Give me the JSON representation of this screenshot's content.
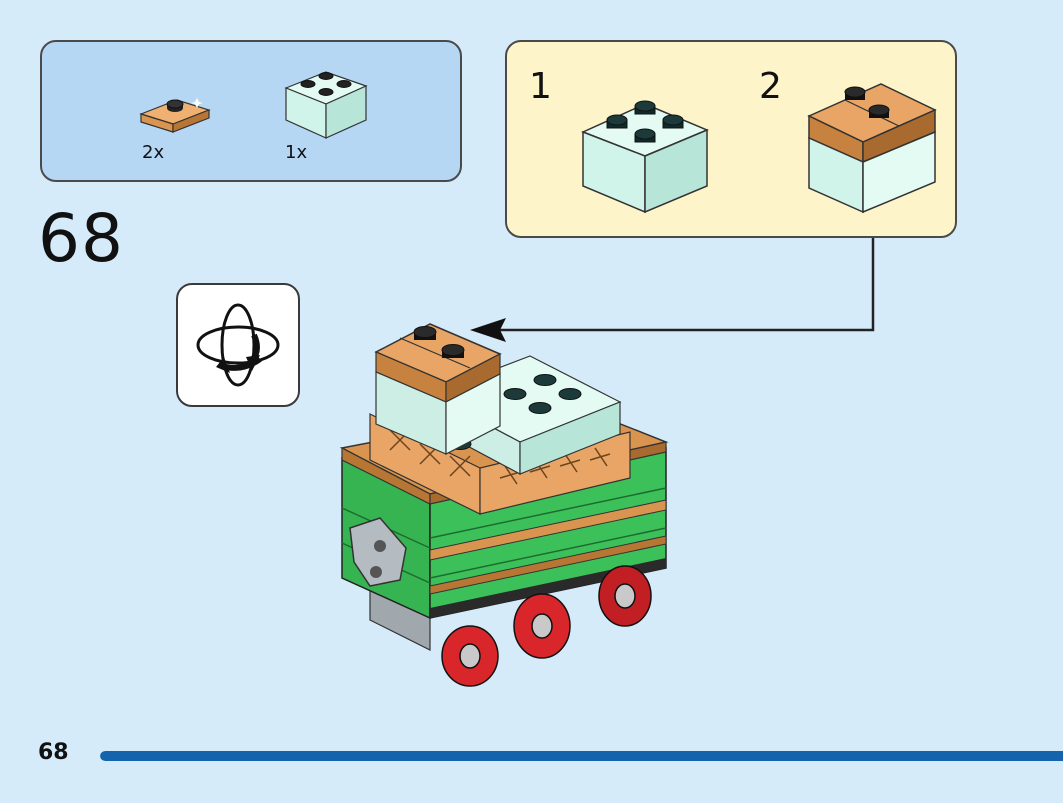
{
  "parts": [
    {
      "name": "tan-plate-1x2",
      "qty": "2x"
    },
    {
      "name": "mint-brick-2x2",
      "qty": "1x"
    }
  ],
  "substeps": [
    "1",
    "2"
  ],
  "step_number": "68",
  "page_number": "68",
  "progress": 1.0,
  "colors": {
    "background": "#d6ebfa",
    "parts_box": "#b6d7f4",
    "substep_box": "#fdf4c9",
    "mint": "#c8f0e6",
    "tan": "#d9954f",
    "green": "#3cc15a",
    "red": "#d8262b",
    "progress_bar": "#1463ad"
  }
}
